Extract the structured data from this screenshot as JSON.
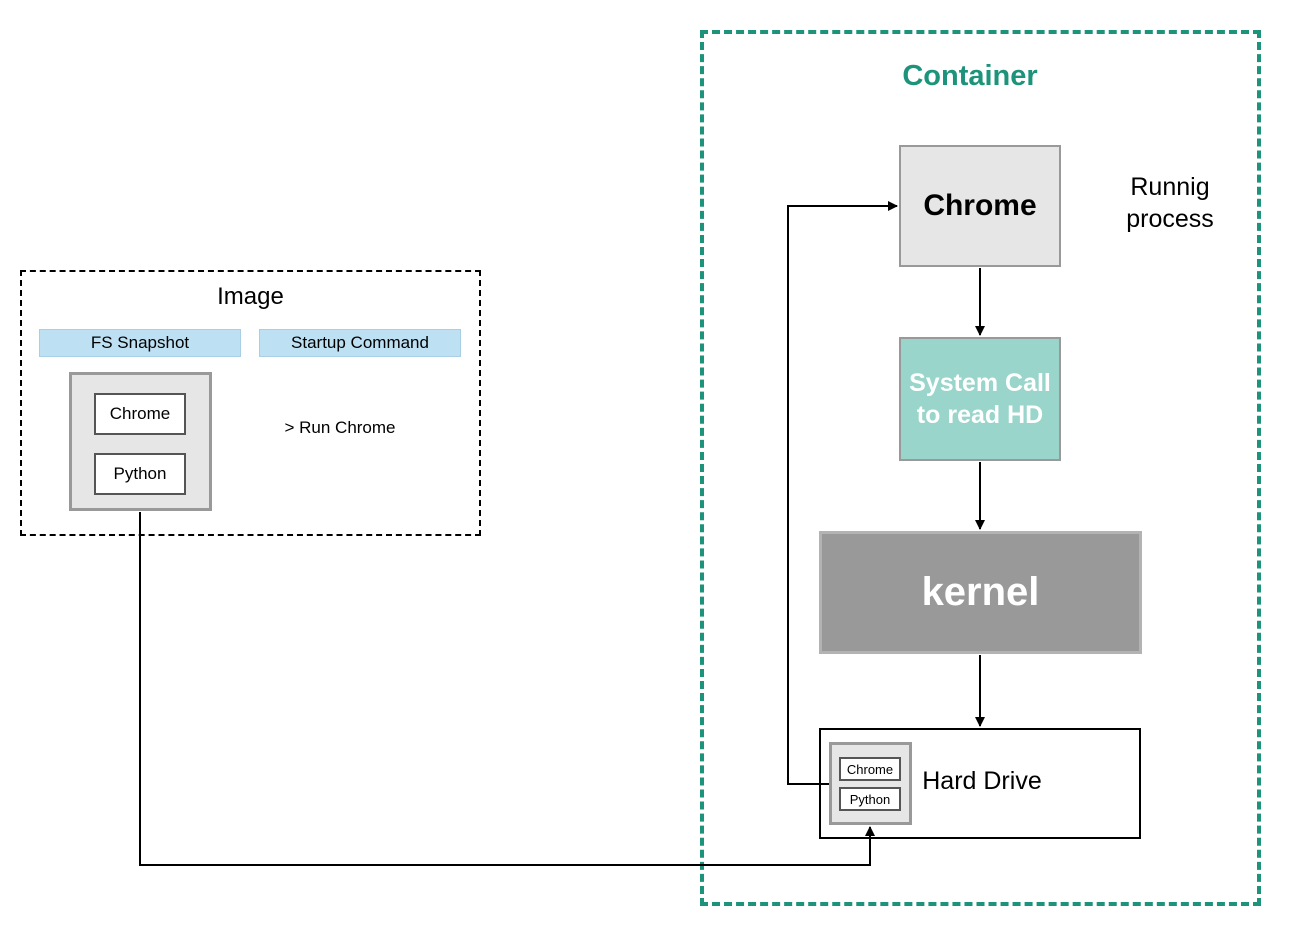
{
  "image": {
    "title": "Image",
    "fs_snapshot_label": "FS Snapshot",
    "startup_command_label": "Startup Command",
    "files": [
      "Chrome",
      "Python"
    ],
    "command": "> Run Chrome"
  },
  "container": {
    "title": "Container",
    "process": "Chrome",
    "process_note": "Runnig process",
    "syscall": "System Call to read HD",
    "kernel": "kernel",
    "hard_drive": "Hard Drive",
    "hd_files": [
      "Chrome",
      "Python"
    ]
  },
  "colors": {
    "container_border": "#1c937a",
    "tag_fill": "#bde0f3",
    "syscall_fill": "#9ad5cb",
    "kernel_fill": "#999999",
    "process_fill": "#e6e6e6"
  }
}
